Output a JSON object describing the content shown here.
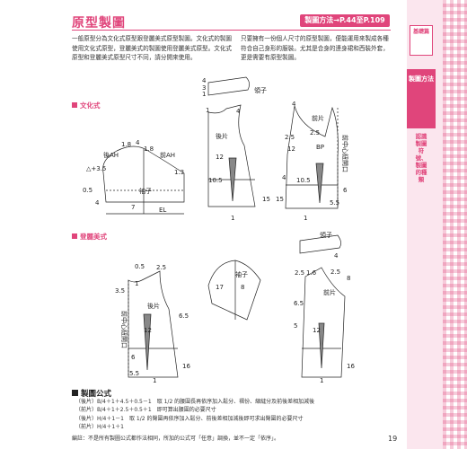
{
  "header": {
    "title": "原型製圖",
    "pill": "製圖方法→P.44至P.109"
  },
  "intro": {
    "left": "一般原型分為文化式原型跟登麗美式原型製圖。文化式的製圖使用文化式原型，登麗美式的製圖使用登麗美式原型。文化式原型和登麗美式原型尺寸不同，請分開來使用。",
    "right": "只要擁有一份個人尺寸的原型製圖，便能運用來製成各種符合自己身形的服裝。尤其是合身的連身裙和西裝外套，更是需要有原型製圖。"
  },
  "sections": {
    "bunka": "文化式",
    "doremi": "登麗美式"
  },
  "bunka_labels": {
    "back_ah": "後AH",
    "front_ah": "前AH",
    "l18a": "1.8",
    "l4": "4",
    "l18b": "1.8",
    "l35": "△+3.5",
    "l13": "1.3",
    "sleeve": "袖子",
    "l05": "0.5",
    "s4": "4",
    "s7": "7",
    "el": "EL",
    "collar": "領子",
    "c4a": "4",
    "c3": "3",
    "c1": "1",
    "c1b": "1",
    "c4b": "4",
    "back_body": "後片",
    "b12": "12",
    "b105": "10.5",
    "b15": "15",
    "b1": "1",
    "f4": "4",
    "f25a": "2.5",
    "f25b": "2.5",
    "f12": "12",
    "bp": "BP",
    "front_body": "前片",
    "f4b": "4",
    "f105": "10.5",
    "f15": "15",
    "cf": "前中心鈕開口",
    "f55": "5.5",
    "f6": "6",
    "f1": "1"
  },
  "doremi_labels": {
    "d05": "0.5",
    "d25": "2.5",
    "d35": "3.5",
    "d1": "1",
    "back_body": "後片",
    "d65": "6.5",
    "d12a": "12",
    "d6": "6",
    "d55": "5.5",
    "d16": "16",
    "d1b": "1",
    "cb": "前中心鈕開口",
    "sleeve": "袖子",
    "s17": "17",
    "s8": "8",
    "collar": "領子",
    "c4": "4",
    "c25a": "2.5",
    "c25b": "2.5",
    "c16": "1.6",
    "c8": "8",
    "front_body": "前片",
    "f65": "6.5",
    "f5": "5",
    "f12": "12",
    "f16": "16",
    "f1": "1"
  },
  "formula": {
    "title": "製圖公式",
    "line1": "（後片）B/4＋1＋4.5＋0.5－1",
    "line2": "（前片）B/4＋1＋2.5＋0.5＋1",
    "bracket1a": "取 1/2 的腰圍長再依序加入鬆分、褶份、縮縫分及前後差相加減後",
    "bracket1b": "即可算出腰圍的必要尺寸",
    "line3": "（後片）H/4＋1－1",
    "line4": "（前片）H/4＋1＋1",
    "bracket2": "取 1/2 的臀圍再依序加入鬆分、前後差相加減後即可求出臀圍的必要尺寸",
    "note": "編註：不是所有製圖公式都作法相同，所加的公式可「任意」調換，並不一定「依序」。"
  },
  "sidebar": {
    "tab_white": "基礎篇",
    "tab_pink": "製圖方法",
    "tab_sub": "認識製圖符號、製圖的種類"
  },
  "page_number": "19",
  "colors": {
    "accent": "#e0457b",
    "accent_light": "#fbe6ee"
  }
}
